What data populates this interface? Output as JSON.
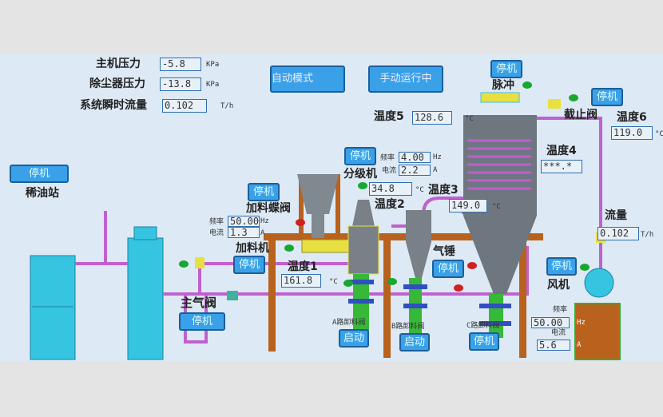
{
  "header": {
    "main_pressure_label": "主机压力",
    "main_pressure": "-5.8",
    "dust_pressure_label": "除尘器压力",
    "dust_pressure": "-13.8",
    "pressure_unit": "KPa",
    "flow_label": "系统瞬时流量",
    "flow": "0.102",
    "flow_unit": "T/h"
  },
  "modes": {
    "auto": "自动模式",
    "manual": "手动运行中"
  },
  "stop": "停机",
  "start": "启动",
  "temp_unit": "°C",
  "hz": "Hz",
  "amp": "A",
  "freq_label": "频率",
  "current_label": "电流",
  "oil_station": {
    "label": "稀油站"
  },
  "pulse": {
    "label": "脉冲"
  },
  "shutoff_valve": {
    "label": "截止阀"
  },
  "temps": {
    "t1_label": "温度1",
    "t1": "161.8",
    "t2_label": "温度2",
    "t2": "34.8",
    "t3_label": "温度3",
    "t3": "149.0",
    "t4_label": "温度4",
    "t4": "***.*",
    "t5_label": "温度5",
    "t5": "128.6",
    "t6_label": "温度6",
    "t6": "119.0"
  },
  "flow2": {
    "label": "流量",
    "value": "0.102"
  },
  "classifier": {
    "label": "分级机",
    "freq": "4.00",
    "current": "2.2"
  },
  "feed_valve": {
    "label": "加料蝶阀"
  },
  "feeder": {
    "label": "加料机",
    "freq": "50.00",
    "current": "1.3"
  },
  "air_hammer": {
    "label": "气锤"
  },
  "main_air_valve": {
    "label": "主气阀"
  },
  "discharge": {
    "a": "A路卸料阀",
    "b": "B路卸料阀",
    "c": "C路卸料阀"
  },
  "fan": {
    "label": "风机",
    "freq": "50.00",
    "current": "5.6"
  }
}
